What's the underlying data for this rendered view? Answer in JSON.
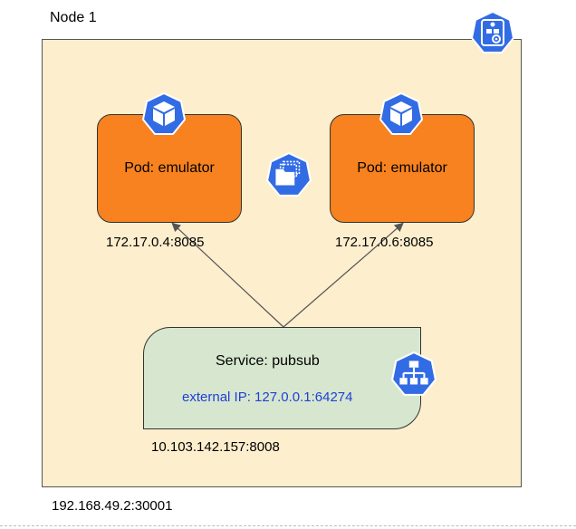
{
  "node": {
    "title": "Node 1"
  },
  "pods": [
    {
      "label": "Pod: emulator",
      "ip": "172.17.0.4:8085"
    },
    {
      "label": "Pod: emulator",
      "ip": "172.17.0.6:8085"
    }
  ],
  "service": {
    "title": "Service: pubsub",
    "external": "external IP: 127.0.0.1:64274",
    "ip": "10.103.142.157:8008"
  },
  "cluster": {
    "ip": "192.168.49.2:30001"
  },
  "icons": {
    "node": "kubernetes-node-icon",
    "pod": "kubernetes-pod-cube-icon",
    "replicaset": "kubernetes-replicaset-icon",
    "service": "kubernetes-service-icon"
  },
  "colors": {
    "node_fill": "#fdeecd",
    "pod_fill": "#f7821f",
    "service_fill": "#d7e7cf",
    "external_text": "#1f3fd8",
    "k8s_blue": "#326ce5"
  }
}
